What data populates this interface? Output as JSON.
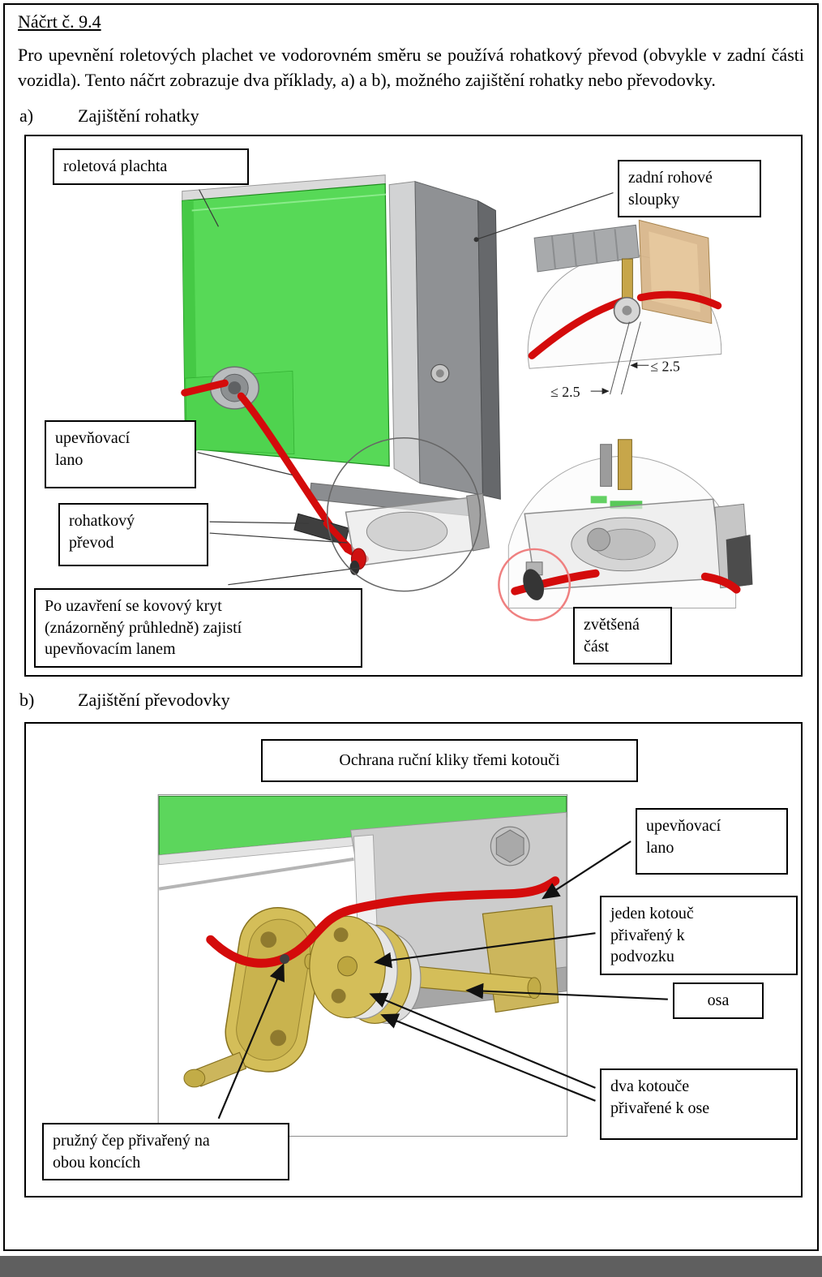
{
  "page": {
    "title": "Náčrt č. 9.4",
    "intro": "Pro upevnění roletových plachet ve vodorovném směru se používá rohatkový převod (obvykle v zadní části vozidla). Tento náčrt zobrazuje dva příklady, a) a b), možného zajištění rohatky nebo převodovky.",
    "sections": {
      "a": {
        "marker": "a)",
        "heading": "Zajištění rohatky"
      },
      "b": {
        "marker": "b)",
        "heading": "Zajištění převodovky"
      }
    }
  },
  "figure_a": {
    "labels": {
      "tarp": "roletová plachta",
      "posts": "zadní rohové\nsloupky",
      "rope": "upevňovací\nlano",
      "ratchet": "rohatkový\npřevod",
      "cover_note": "Po uzavření se kovový kryt\n(znázorněný průhledně) zajistí\nupevňovacím lanem",
      "enlarged": "zvětšená\nčást"
    },
    "dimensions": {
      "upper": "≤ 2.5",
      "lower": "≤ 2.5"
    }
  },
  "figure_b": {
    "caption": "Ochrana ruční kliky třemi kotouči",
    "labels": {
      "rope": "upevňovací\nlano",
      "disc_chassis": "jeden kotouč\npřivařený k\npodvozku",
      "axle": "osa",
      "discs_axle": "dva kotouče\npřivařené k ose",
      "pin": "pružný čep přivařený na\nobou koncích"
    }
  },
  "colors": {
    "tarp_green": "#57d957",
    "rope_red": "#d40b0b",
    "post_gray": "#8f9194",
    "brass_yellow": "#d4be59",
    "steel_gray": "#cccccc"
  }
}
